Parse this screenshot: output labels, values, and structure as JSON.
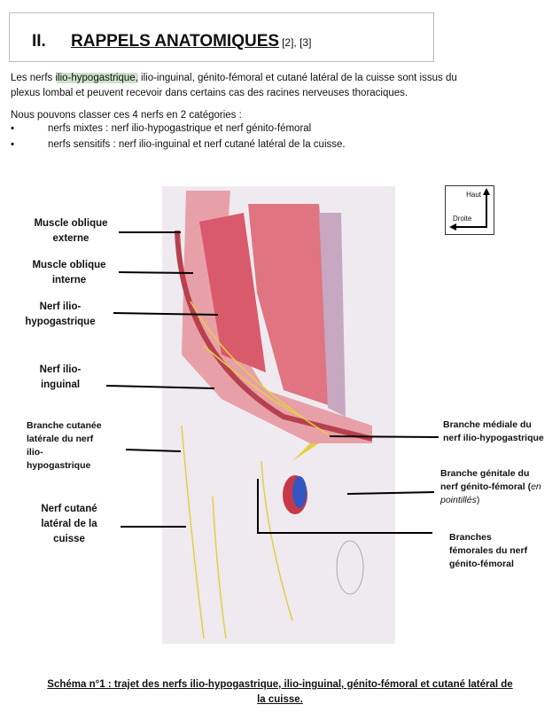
{
  "heading": {
    "number": "II.",
    "title": "RAPPELS ANATOMIQUES",
    "refs": "[2], [3]"
  },
  "intro": {
    "pre": "Les nerfs ",
    "highlight": "ilio-hypogastrique,",
    "post": " ilio-inguinal, génito-fémoral et cutané latéral de la cuisse sont issus du",
    "line2": "plexus lombal et peuvent recevoir dans certains cas des racines nerveuses thoraciques."
  },
  "classify": "Nous pouvons classer ces 4 nerfs en 2 catégories :",
  "bullets": [
    "nerfs mixtes : nerf ilio-hypogastrique et nerf génito-fémoral",
    "nerfs sensitifs : nerf ilio-inguinal et nerf cutané latéral de la cuisse."
  ],
  "bullet_char": "▪",
  "compass": {
    "up": "Haut",
    "right": "Droite"
  },
  "labels_left": [
    [
      "Muscle oblique",
      "externe"
    ],
    [
      "Muscle oblique",
      "interne"
    ],
    [
      "Nerf ilio-",
      "hypogastrique"
    ],
    [
      "Nerf ilio-",
      "inguinal"
    ],
    [
      "Branche cutanée",
      "latérale du nerf",
      "ilio-",
      "hypogastrique"
    ],
    [
      "Nerf cutané",
      "latéral de la",
      "cuisse"
    ]
  ],
  "labels_right": {
    "medial": [
      "Branche médiale du",
      "nerf ilio-hypogastrique"
    ],
    "genital": [
      "Branche génitale du",
      "nerf génito-fémoral ("
    ],
    "genital_italic": "en",
    "genital_line3": "pointillés",
    "genital_end": ")",
    "femoral": [
      "Branches",
      "fémorales du nerf",
      "génito-fémoral"
    ]
  },
  "caption": [
    "Schéma n°1 : trajet des nerfs ilio-hypogastrique, ilio-inguinal, génito-fémoral et cutané latéral de",
    "la cuisse."
  ]
}
